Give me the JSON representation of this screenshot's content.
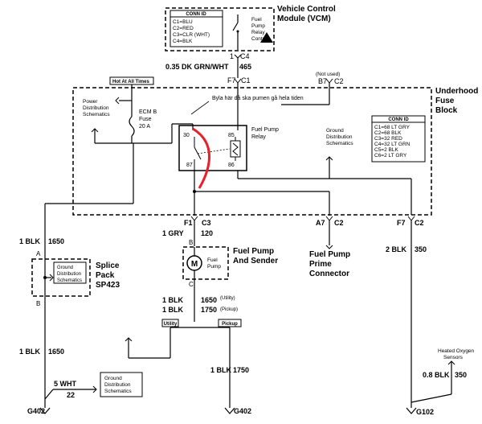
{
  "vcm": {
    "title_line1": "Vehicle Control",
    "title_line2": "Module (VCM)",
    "conn_id_title": "CONN ID",
    "conn_id_lines": [
      "C1=BLU",
      "C2=RED",
      "C3=CLR (WHT)",
      "C4=BLK"
    ],
    "fuel_pump_relay_control": [
      "Fuel",
      "Pump",
      "Relay",
      "Control"
    ]
  },
  "wire_vcm": {
    "pin": "1",
    "conn": "C4",
    "gauge_color": "0.35 DK GRN/WHT",
    "circuit": "465"
  },
  "fuse_block": {
    "title_line1": "Underhood",
    "title_line2": "Fuse",
    "title_line3": "Block",
    "conn_id_title": "CONN ID",
    "conn_id_lines": [
      "C1=68 LT GRY",
      "C2=68 BLK",
      "C3=32 RED",
      "C4=32 LT GRN",
      "C5=2 BLK",
      "C6=2 LT GRY"
    ],
    "f7_c1_pin": "F7",
    "f7_c1_conn": "C1",
    "not_used": "(Not used)",
    "b7_pin": "B7",
    "b7_conn": "C2",
    "hot_at_all_times": "Hot At All Times",
    "power_distribution": [
      "Power",
      "Distribution",
      "Schematics"
    ],
    "fuse_label": [
      "ECM B",
      "Fuse",
      "20 A"
    ],
    "relay_label": [
      "Fuel Pump",
      "Relay"
    ],
    "relay_pins": [
      "30",
      "85",
      "87",
      "86"
    ],
    "ground_distribution": [
      "Ground",
      "Distribution",
      "Schematics"
    ],
    "annotation": "Byla här då ska pumen gå hela tiden"
  },
  "outputs": {
    "f1_pin": "F1",
    "f1_conn": "C3",
    "a7_pin": "A7",
    "a7_conn": "C2",
    "f7_pin": "F7",
    "f7_conn": "C2",
    "wire_grey_gauge": "1 GRY",
    "wire_grey_circuit": "120",
    "prime_connector": [
      "Fuel Pump",
      "Prime",
      "Connector"
    ],
    "wire_blk350_gauge": "2 BLK",
    "wire_blk350_circuit": "350"
  },
  "fuel_pump": {
    "term_b": "B",
    "term_c": "C",
    "motor": "M",
    "label_inside": [
      "Fuel",
      "Pump"
    ],
    "title_line1": "Fuel Pump",
    "title_line2": "And Sender"
  },
  "pump_ground": {
    "line1_gauge": "1 BLK",
    "line1_circuit": "1650",
    "line1_note": "(Utility)",
    "line2_gauge": "1 BLK",
    "line2_circuit": "1750",
    "line2_note": "(Pickup)",
    "utility_label": "Utility",
    "pickup_label": "Pickup",
    "pickup_wire_gauge": "1 BLK",
    "pickup_wire_circuit": "1750",
    "ground_g402": "G402"
  },
  "splice": {
    "wire_top_gauge": "1 BLK",
    "wire_top_circuit": "1650",
    "term_a": "A",
    "term_b": "B",
    "ground_distribution": [
      "Ground",
      "Distribution",
      "Schematics"
    ],
    "title": [
      "Splice",
      "Pack",
      "SP423"
    ],
    "wire_bottom_gauge": "1 BLK",
    "wire_bottom_circuit": "1650",
    "wire_white_gauge": "5 WHT",
    "wire_white_circuit": "22",
    "ground_distribution2": [
      "Ground",
      "Distribution",
      "Schematics"
    ],
    "ground": "G402"
  },
  "o2": {
    "label": [
      "Heated Oxygen",
      "Sensors"
    ],
    "wire_gauge": "0.8 BLK",
    "wire_circuit": "350",
    "ground": "G102"
  },
  "colors": {
    "annotation_red": "#e8202a"
  }
}
